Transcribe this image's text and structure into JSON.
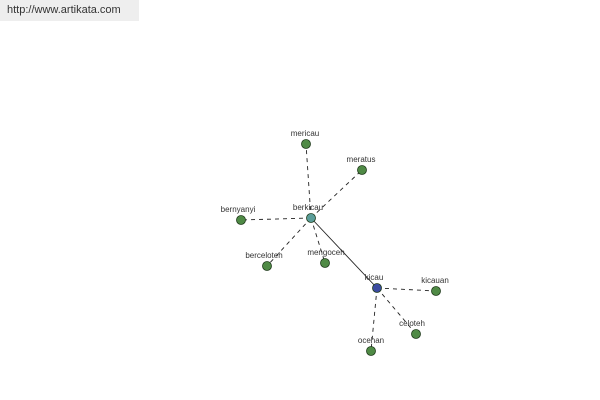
{
  "header": {
    "url_text": "http://www.artikata.com"
  },
  "colors": {
    "leaf_node": "#4f8a45",
    "center_node": "#5a9d99",
    "hub_node": "#3b4ba0",
    "edge": "#222222",
    "label": "#333333"
  },
  "graph": {
    "nodes": [
      {
        "id": "berkicau",
        "label": "berkicau",
        "role": "center"
      },
      {
        "id": "mericau",
        "label": "mericau",
        "role": "leaf"
      },
      {
        "id": "meratus",
        "label": "meratus",
        "role": "leaf"
      },
      {
        "id": "bernyanyi",
        "label": "bernyanyi",
        "role": "leaf"
      },
      {
        "id": "berceloteh",
        "label": "berceloteh",
        "role": "leaf"
      },
      {
        "id": "mengoceh",
        "label": "mengoceh",
        "role": "leaf"
      },
      {
        "id": "kicau",
        "label": "kicau",
        "role": "hub"
      },
      {
        "id": "kicauan",
        "label": "kicauan",
        "role": "leaf"
      },
      {
        "id": "celoteh",
        "label": "celoteh",
        "role": "leaf"
      },
      {
        "id": "ocehan",
        "label": "ocehan",
        "role": "leaf"
      }
    ],
    "edges": [
      {
        "from": "berkicau",
        "to": "mericau",
        "style": "dashed"
      },
      {
        "from": "berkicau",
        "to": "meratus",
        "style": "dashed"
      },
      {
        "from": "berkicau",
        "to": "bernyanyi",
        "style": "dashed"
      },
      {
        "from": "berkicau",
        "to": "berceloteh",
        "style": "dashed"
      },
      {
        "from": "berkicau",
        "to": "mengoceh",
        "style": "dashed"
      },
      {
        "from": "berkicau",
        "to": "kicau",
        "style": "solid"
      },
      {
        "from": "kicau",
        "to": "kicauan",
        "style": "dashed"
      },
      {
        "from": "kicau",
        "to": "celoteh",
        "style": "dashed"
      },
      {
        "from": "kicau",
        "to": "ocehan",
        "style": "dashed"
      }
    ]
  }
}
